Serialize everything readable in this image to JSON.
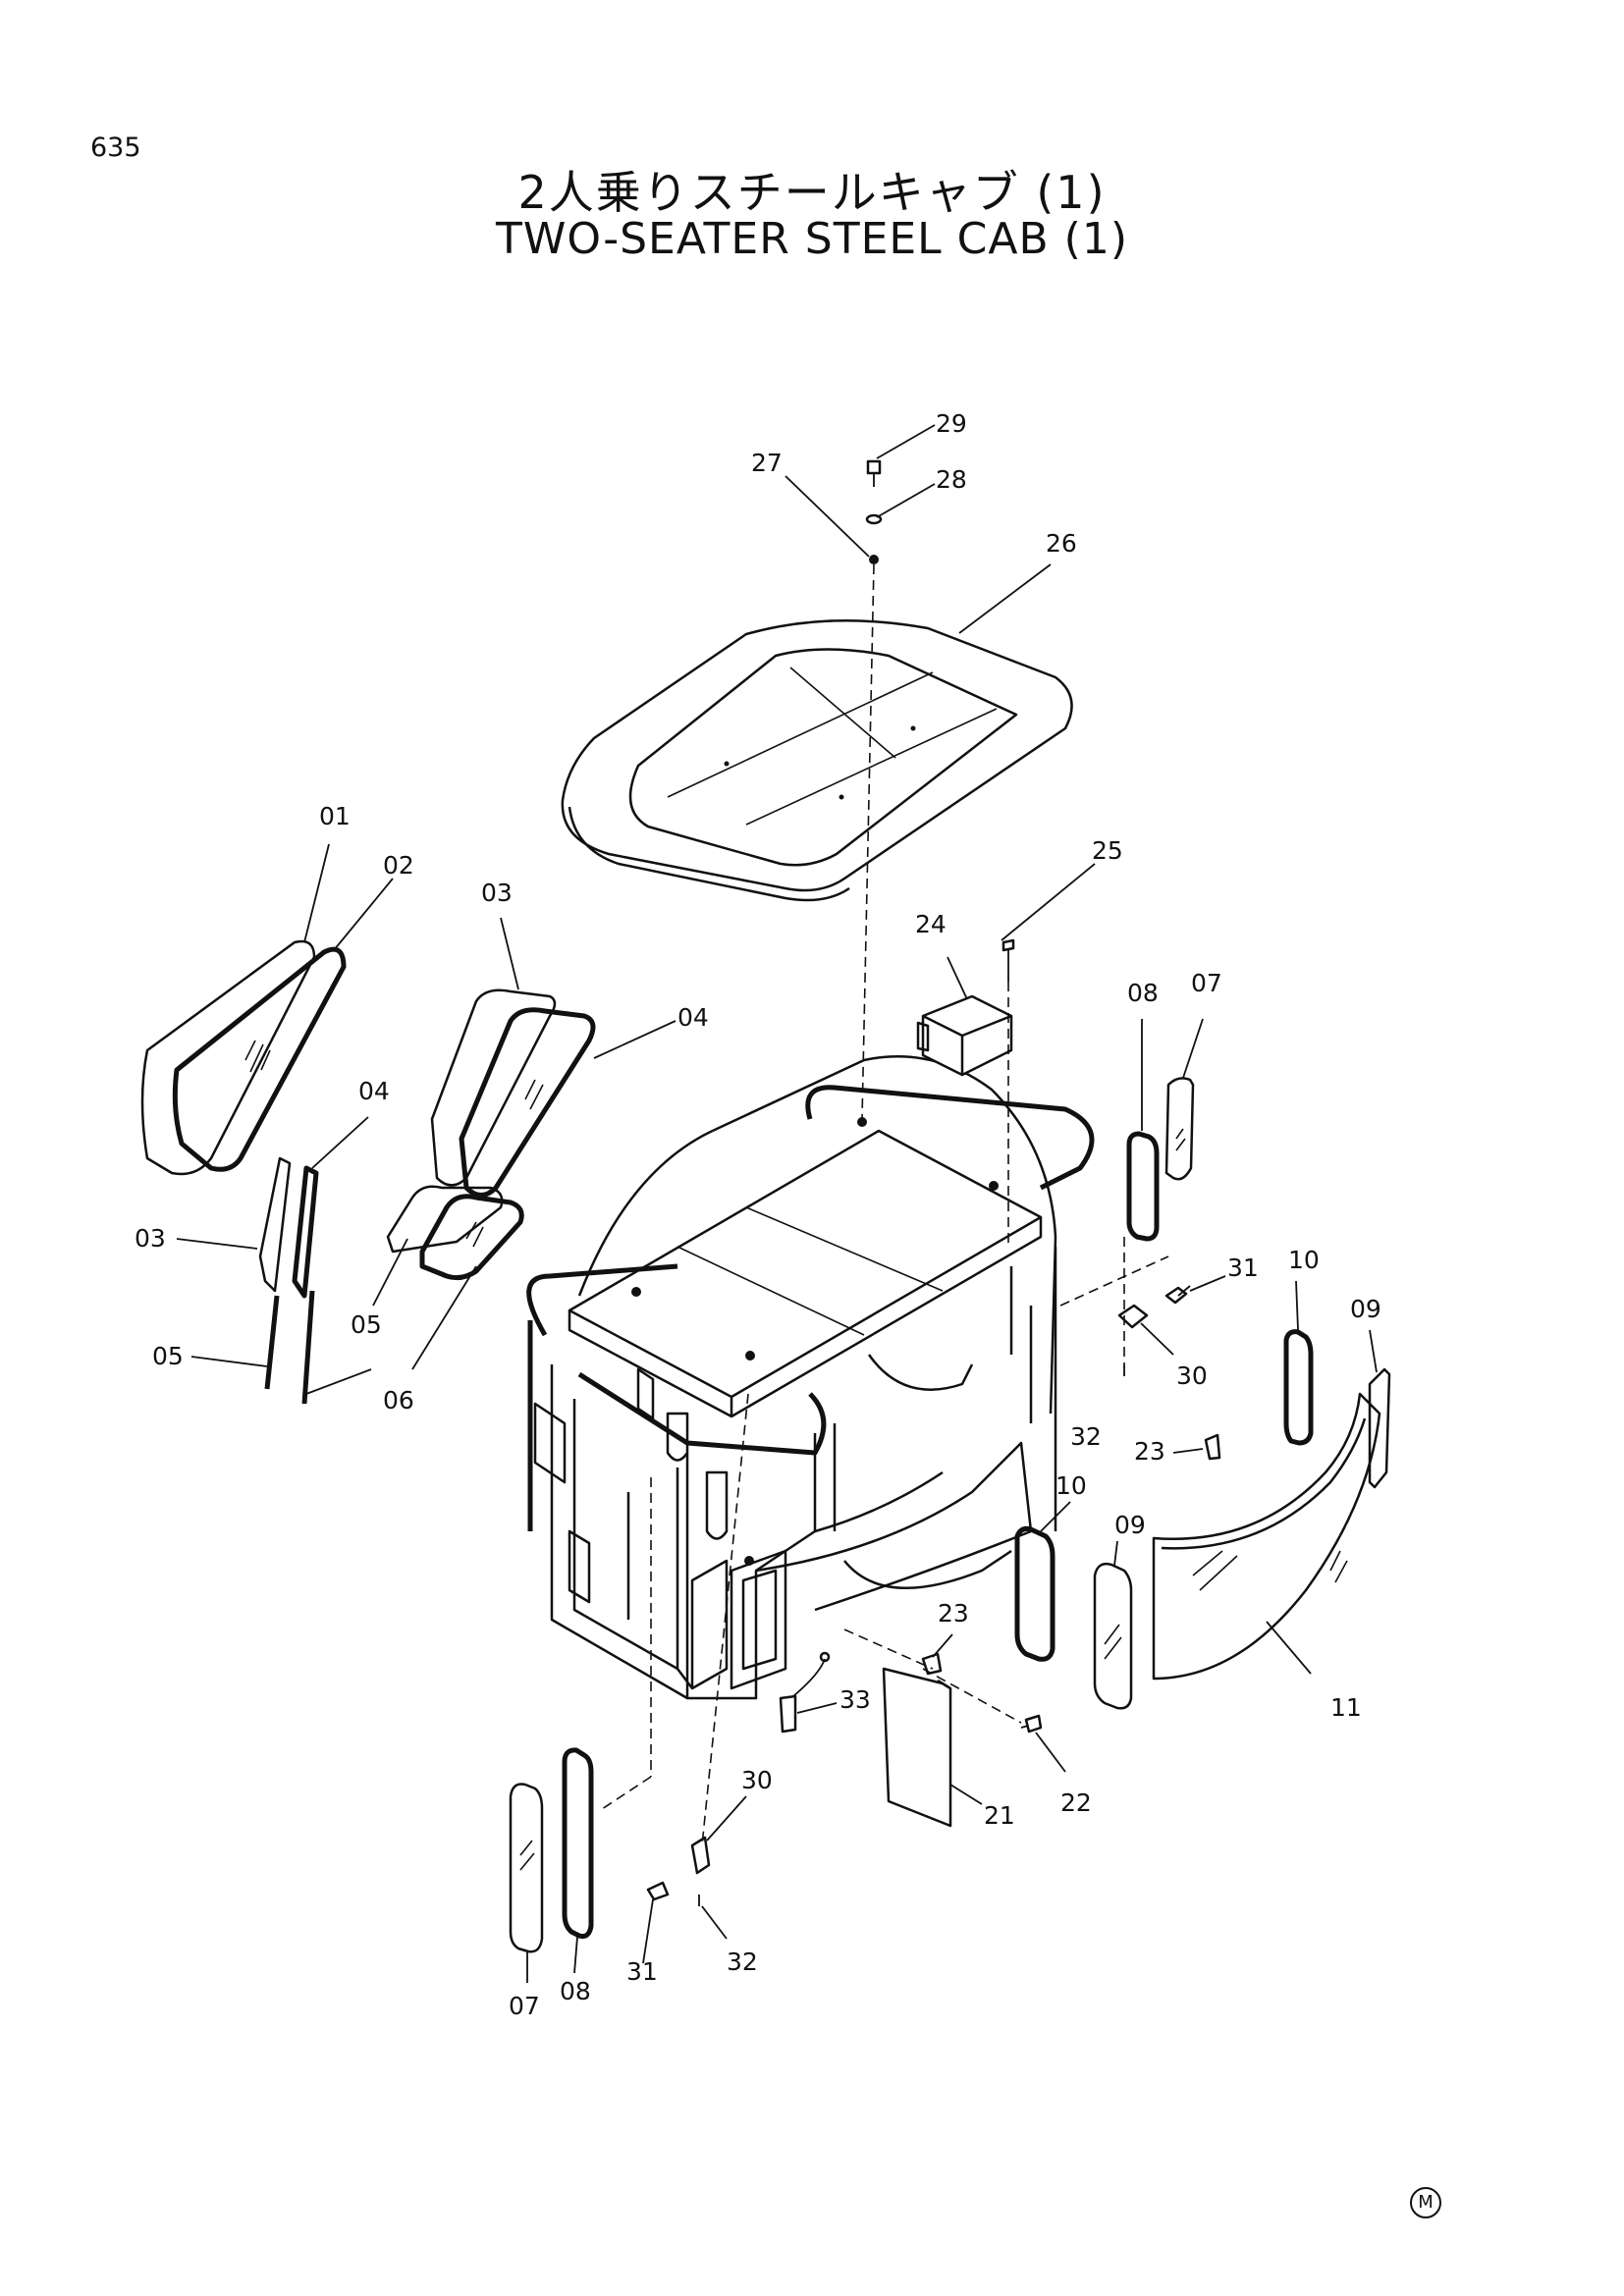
{
  "page": {
    "number": "635",
    "title_jp": "2人乗りスチールキャブ (1)",
    "title_en": "TWO-SEATER STEEL CAB (1)",
    "mark": "M"
  },
  "callouts": {
    "c01": "01",
    "c02": "02",
    "c03a": "03",
    "c03b": "03",
    "c04a": "04",
    "c04b": "04",
    "c05a": "05",
    "c05b": "05",
    "c06": "06",
    "c07a": "07",
    "c07b": "07",
    "c08a": "08",
    "c08b": "08",
    "c09a": "09",
    "c09b": "09",
    "c10a": "10",
    "c10b": "10",
    "c11": "11",
    "c21": "21",
    "c22": "22",
    "c23a": "23",
    "c23b": "23",
    "c24": "24",
    "c25": "25",
    "c26": "26",
    "c27": "27",
    "c28": "28",
    "c29": "29",
    "c30a": "30",
    "c30b": "30",
    "c31a": "31",
    "c31b": "31",
    "c32a": "32",
    "c32b": "32",
    "c33": "33"
  }
}
